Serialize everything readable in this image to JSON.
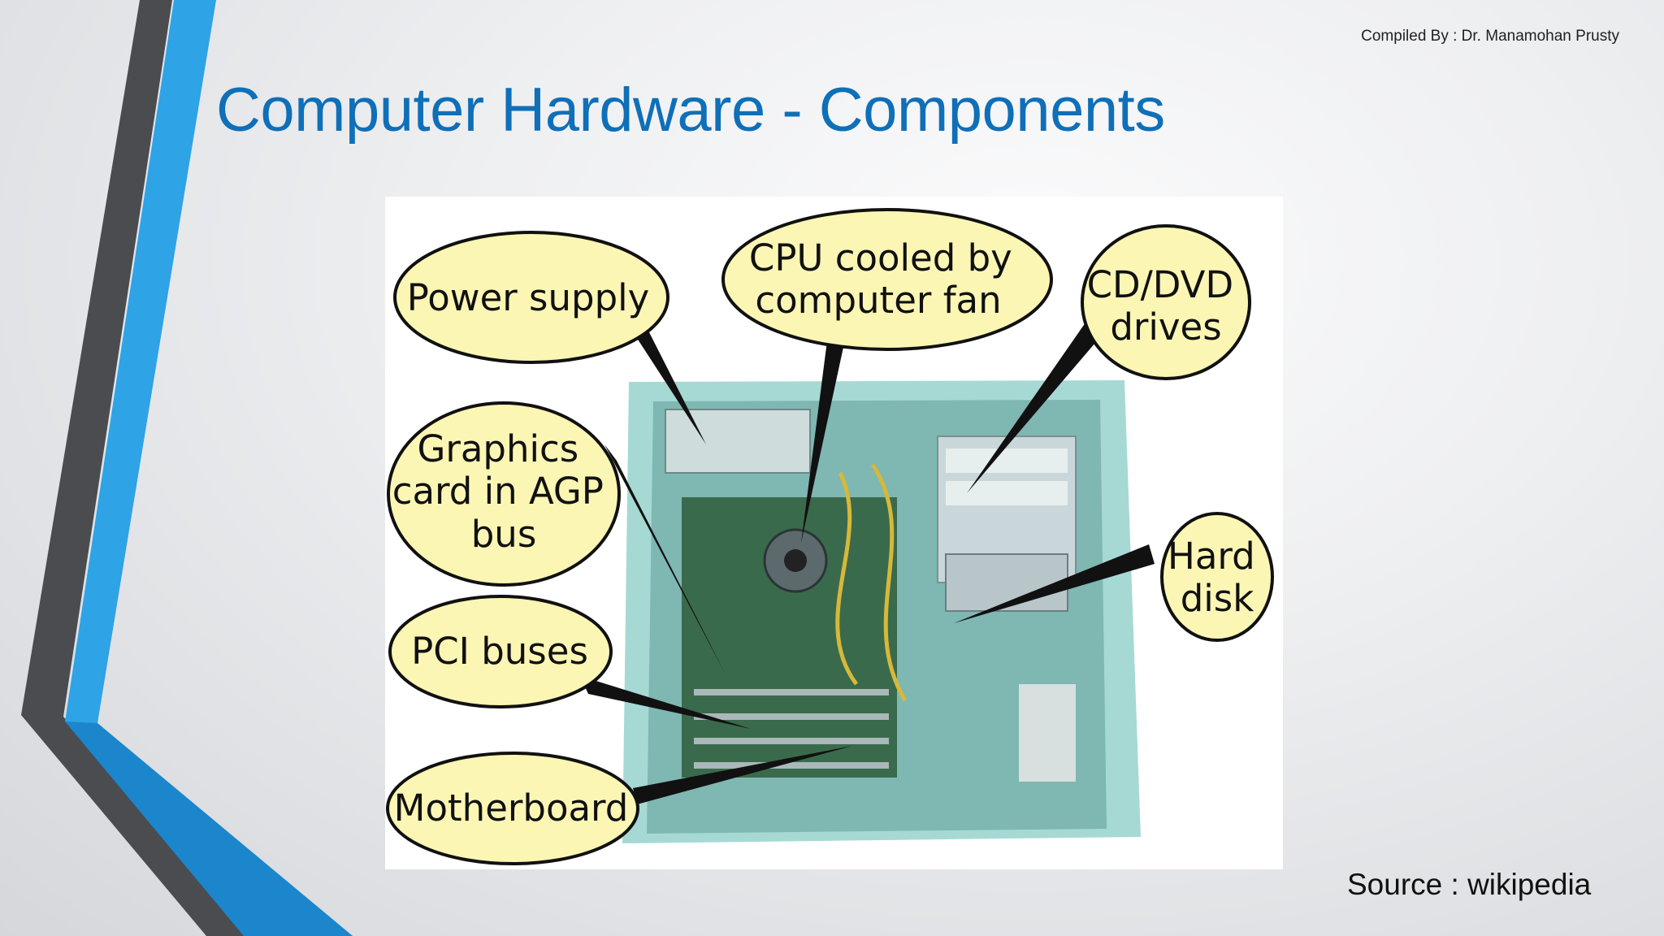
{
  "header": {
    "credit": "Compiled By : Dr. Manamohan Prusty"
  },
  "slide": {
    "title": "Computer Hardware - Components",
    "source": "Source : wikipedia"
  },
  "figure": {
    "callouts": {
      "power_supply": [
        "Power supply"
      ],
      "cpu": [
        "CPU cooled by",
        "computer fan"
      ],
      "cd_dvd": [
        "CD/DVD",
        "drives"
      ],
      "graphics": [
        "Graphics",
        "card in AGP",
        "bus"
      ],
      "hard_disk": [
        "Hard",
        "disk"
      ],
      "pci": [
        "PCI buses"
      ],
      "motherboard": [
        "Motherboard"
      ]
    }
  },
  "colors": {
    "title": "#0f6fb8",
    "accent_blue": "#2ea3e6",
    "dark_gray": "#4a4c50",
    "callout_fill": "#fbf6b4",
    "case_color": "#a6d9d4"
  }
}
